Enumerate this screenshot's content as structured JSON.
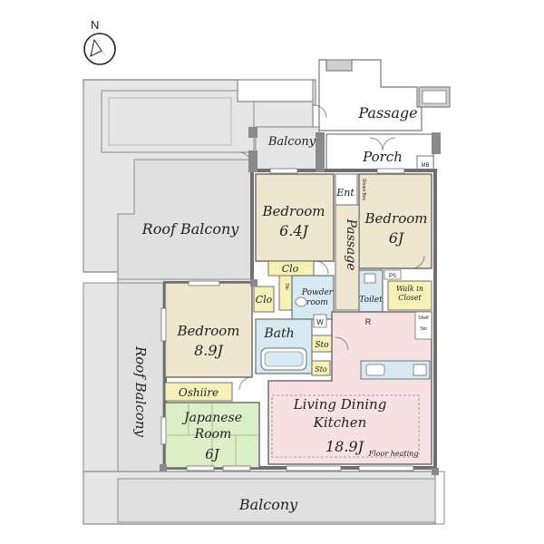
{
  "compass": {
    "letter": "N"
  },
  "labels": {
    "passage_top": "Passage",
    "balcony_top": "Balcony",
    "porch": "Porch",
    "mb": "MB",
    "ent": "Ent",
    "shoes_box": "Shoes Box",
    "roof_balcony_top": "Roof Balcony",
    "bedroom1_name": "Bedroom",
    "bedroom1_size": "6.4J",
    "passage_mid": "Passage",
    "bedroom2_name": "Bedroom",
    "bedroom2_size": "6J",
    "clo_upper": "Clo",
    "clo_left": "Clo",
    "sto_small": "Sto",
    "powder_room": "Powder room",
    "ps": "PS",
    "toilet": "Toilet",
    "walk_in_closet": "Walk in Closet",
    "w": "W",
    "r": "R",
    "shelf": "Shelf",
    "sto_kitchen": "Sto",
    "bedroom3_name": "Bedroom",
    "bedroom3_size": "8.9J",
    "bath": "Bath",
    "sto1": "Sto",
    "sto2": "Sto",
    "roof_balcony_left": "Roof Balcony",
    "oshiire": "Oshiire",
    "japanese_room": "Japanese Room",
    "japanese_size": "6J",
    "ldk_name": "Living Dining Kitchen",
    "ldk_size": "18.9J",
    "floor_heating": "Floor heating",
    "balcony_bottom": "Balcony"
  },
  "colors": {
    "outdoor": "#e6e6e6",
    "wall": "#7a7a7a",
    "bedroom": "#efe6cf",
    "wet": "#d7e9f3",
    "closet": "#f7f1b8",
    "japanese": "#dcefc6",
    "ldk": "#f8e1e2"
  }
}
